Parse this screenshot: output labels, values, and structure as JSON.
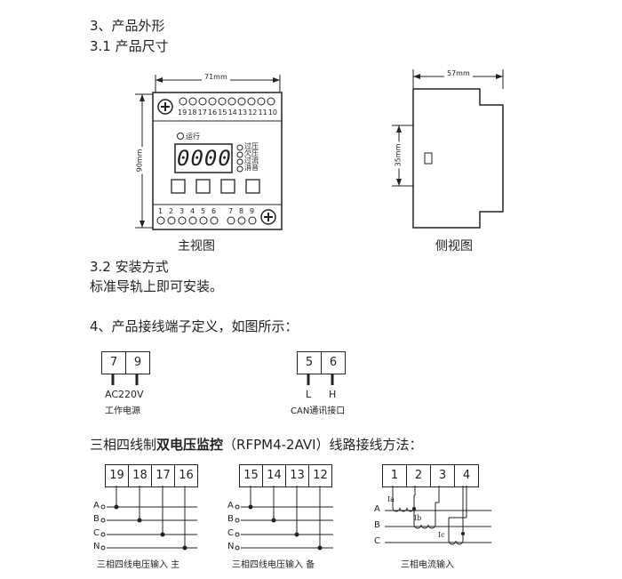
{
  "headings": {
    "s3": "3、产品外形",
    "s31": "3.1 产品尺寸",
    "s32": "3.2 安装方式",
    "s32_text": "标准导轨上即可安装。",
    "s4": "4、产品接线端子定义，如图所示：",
    "wiring_prefix": "三相四线制",
    "wiring_bold": "双电压监控",
    "wiring_suffix": "（RFPM4-2AVI）线路接线方法："
  },
  "front_view": {
    "caption": "主视图",
    "width_label": "71mm",
    "height_label": "90mm",
    "top_terminals": [
      "19",
      "18",
      "17",
      "16",
      "15",
      "14",
      "13",
      "12",
      "11",
      "10"
    ],
    "bottom_terminals": [
      "1",
      "2",
      "3",
      "4",
      "5",
      "6",
      "7",
      "8",
      "9"
    ],
    "run_label": "运行",
    "display": "0000",
    "indicators": [
      "过压",
      "欠压",
      "过流",
      "消音"
    ]
  },
  "side_view": {
    "caption": "侧视图",
    "width_label": "57mm",
    "height_label": "35mm"
  },
  "power_block": {
    "terminals": [
      "7",
      "9"
    ],
    "label": "AC220V",
    "caption": "工作电源"
  },
  "can_block": {
    "terminals": [
      "5",
      "6"
    ],
    "pins": [
      "L",
      "H"
    ],
    "caption": "CAN通讯接口"
  },
  "main_voltage": {
    "terminals": [
      "19",
      "18",
      "17",
      "16"
    ],
    "lines": [
      "A",
      "B",
      "C",
      "N"
    ],
    "caption": "三相四线电压输入  主"
  },
  "backup_voltage": {
    "terminals": [
      "15",
      "14",
      "13",
      "12"
    ],
    "lines": [
      "A",
      "B",
      "C",
      "N"
    ],
    "caption": "三相四线电压输入  备"
  },
  "current_input": {
    "terminals": [
      "1",
      "2",
      "3",
      "4"
    ],
    "lines": [
      "A",
      "B",
      "C"
    ],
    "ct_labels": [
      "Ia",
      "Ib",
      "Ic"
    ],
    "caption": "三相电流输入"
  }
}
